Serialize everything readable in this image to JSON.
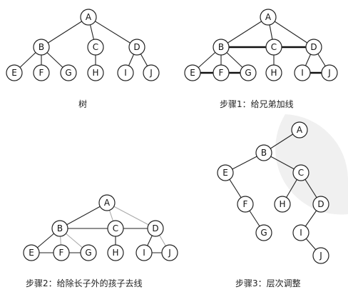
{
  "captions": [
    "树",
    "步骤1：给兄弟加线",
    "步骤2：给除长子外的孩子去线",
    "步骤3：层次调整"
  ],
  "diagrams": [
    {
      "nodes": [
        "A",
        "B",
        "C",
        "D",
        "E",
        "F",
        "G",
        "H",
        "I",
        "J"
      ],
      "edges": [
        [
          "A",
          "B",
          "normal"
        ],
        [
          "A",
          "C",
          "normal"
        ],
        [
          "A",
          "D",
          "normal"
        ],
        [
          "B",
          "E",
          "normal"
        ],
        [
          "B",
          "F",
          "normal"
        ],
        [
          "B",
          "G",
          "normal"
        ],
        [
          "C",
          "H",
          "normal"
        ],
        [
          "D",
          "I",
          "normal"
        ],
        [
          "D",
          "J",
          "normal"
        ]
      ]
    },
    {
      "nodes": [
        "A",
        "B",
        "C",
        "D",
        "E",
        "F",
        "G",
        "H",
        "I",
        "J"
      ],
      "edges": [
        [
          "A",
          "B",
          "normal"
        ],
        [
          "A",
          "C",
          "normal"
        ],
        [
          "A",
          "D",
          "normal"
        ],
        [
          "B",
          "E",
          "normal"
        ],
        [
          "B",
          "F",
          "normal"
        ],
        [
          "B",
          "G",
          "normal"
        ],
        [
          "C",
          "H",
          "normal"
        ],
        [
          "D",
          "I",
          "normal"
        ],
        [
          "D",
          "J",
          "normal"
        ],
        [
          "B",
          "C",
          "bold"
        ],
        [
          "C",
          "D",
          "bold"
        ],
        [
          "E",
          "F",
          "bold"
        ],
        [
          "F",
          "G",
          "bold"
        ],
        [
          "I",
          "J",
          "bold"
        ]
      ]
    },
    {
      "nodes": [
        "A",
        "B",
        "C",
        "D",
        "E",
        "F",
        "G",
        "H",
        "I",
        "J"
      ],
      "edges": [
        [
          "A",
          "B",
          "normal"
        ],
        [
          "A",
          "C",
          "light"
        ],
        [
          "A",
          "D",
          "light"
        ],
        [
          "B",
          "E",
          "normal"
        ],
        [
          "B",
          "F",
          "light"
        ],
        [
          "B",
          "G",
          "light"
        ],
        [
          "C",
          "H",
          "normal"
        ],
        [
          "D",
          "I",
          "normal"
        ],
        [
          "D",
          "J",
          "light"
        ],
        [
          "B",
          "C",
          "normal"
        ],
        [
          "C",
          "D",
          "normal"
        ],
        [
          "E",
          "F",
          "normal"
        ],
        [
          "F",
          "G",
          "normal"
        ],
        [
          "I",
          "J",
          "normal"
        ]
      ]
    },
    {
      "nodes": [
        "A",
        "B",
        "C",
        "D",
        "E",
        "F",
        "G",
        "H",
        "I",
        "J"
      ],
      "edges": [
        [
          "A",
          "B",
          "normal"
        ],
        [
          "B",
          "E",
          "normal"
        ],
        [
          "B",
          "C",
          "normal"
        ],
        [
          "E",
          "F",
          "normal"
        ],
        [
          "F",
          "G",
          "normal"
        ],
        [
          "C",
          "H",
          "normal"
        ],
        [
          "C",
          "D",
          "normal"
        ],
        [
          "D",
          "I",
          "normal"
        ],
        [
          "I",
          "J",
          "normal"
        ]
      ]
    }
  ]
}
